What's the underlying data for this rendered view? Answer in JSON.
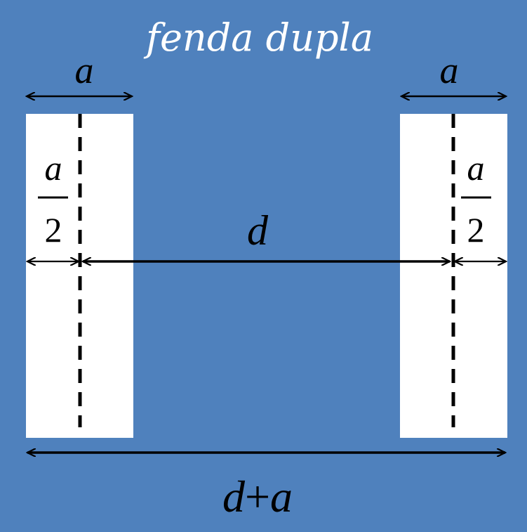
{
  "title": "fenda dupla",
  "labels": {
    "slit_width_left": "a",
    "slit_width_right": "a",
    "half_left_numerator": "a",
    "half_left_denominator": "2",
    "half_right_numerator": "a",
    "half_right_denominator": "2",
    "separation": "d",
    "total_d": "d",
    "total_plus": "+",
    "total_a": "a"
  },
  "colors": {
    "background": "#4f81bd",
    "slit": "#ffffff",
    "ink": "#000000",
    "title": "#ffffff"
  }
}
